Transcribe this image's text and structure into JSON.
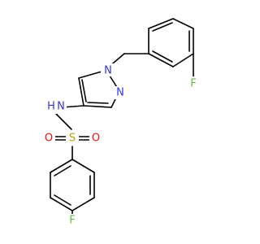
{
  "molecule": {
    "atoms": {
      "n1": {
        "label": "N",
        "color": "#3333ee"
      },
      "n2": {
        "label": "N",
        "color": "#3333ee"
      },
      "nh_n": {
        "label": "N",
        "color": "#3333ee"
      },
      "nh_h": {
        "label": "H",
        "color": "#3333ee"
      },
      "s": {
        "label": "S",
        "color": "#b8a300"
      },
      "o1": {
        "label": "O",
        "color": "#ee1111"
      },
      "o2": {
        "label": "O",
        "color": "#ee1111"
      },
      "f1": {
        "label": "F",
        "color": "#66bb44"
      },
      "f2": {
        "label": "F",
        "color": "#66bb44"
      }
    },
    "bond_color": "#000000"
  }
}
